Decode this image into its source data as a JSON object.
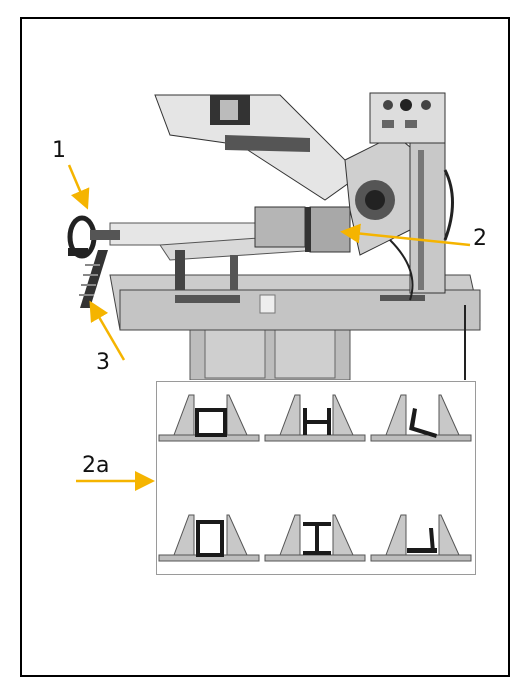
{
  "callouts": {
    "c1": "1",
    "c2": "2",
    "c3": "3",
    "c2a": "2a"
  },
  "colors": {
    "arrow": "#f5b400",
    "machine_body": "#d4d4d4",
    "machine_dark": "#333333",
    "vise_jaw": "#bdbdbd",
    "workpiece": "#1a1a1a"
  },
  "vise_panel": {
    "profiles": [
      "square-tube",
      "h-beam",
      "angled-bar",
      "rect-tube",
      "i-beam",
      "angle-iron"
    ]
  }
}
